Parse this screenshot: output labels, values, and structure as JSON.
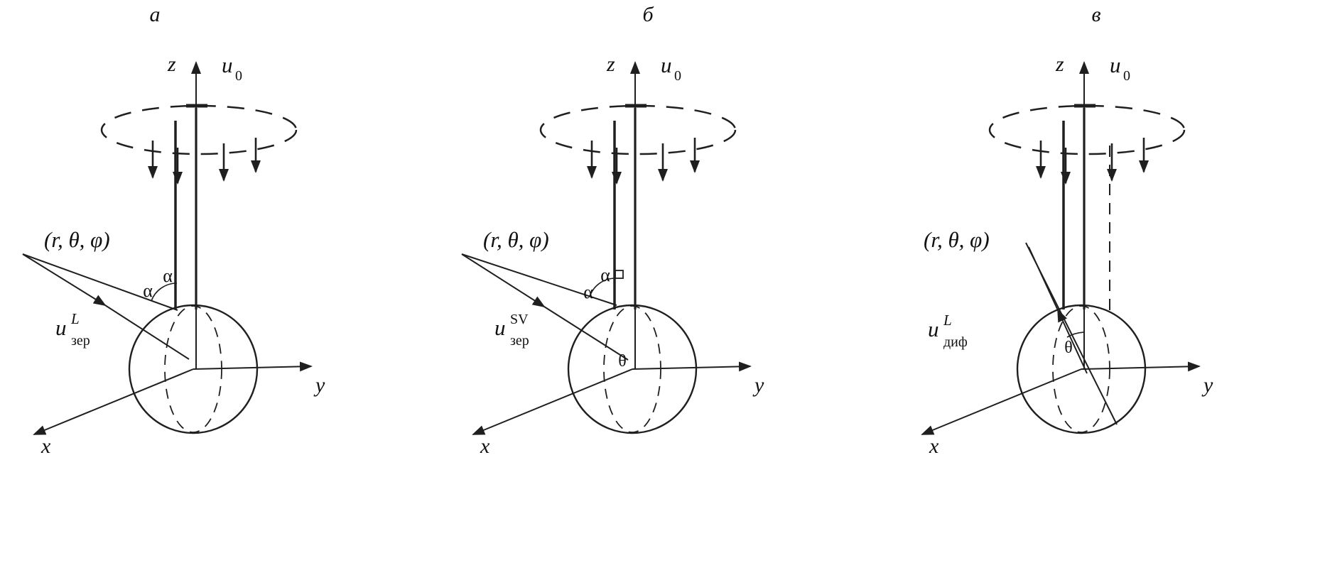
{
  "figure": {
    "panels": [
      {
        "title": "а",
        "z_label": "z",
        "u0_base": "u",
        "u0_sub": "0",
        "point_label": "(r, θ, φ)",
        "alpha_left": "α",
        "alpha_right": "α",
        "wave_base": "u",
        "wave_sup": "L",
        "wave_sub": "зер",
        "y_label": "y",
        "x_label": "x"
      },
      {
        "title": "б",
        "z_label": "z",
        "u0_base": "u",
        "u0_sub": "0",
        "point_label": "(r, θ, φ)",
        "alpha_left": "α",
        "alpha_right": "α",
        "theta_label": "θ",
        "wave_base": "u",
        "wave_sup": "SV",
        "wave_sub": "зер",
        "y_label": "y",
        "x_label": "x"
      },
      {
        "title": "в",
        "z_label": "z",
        "u0_base": "u",
        "u0_sub": "0",
        "point_label": "(r, θ, φ)",
        "theta_label": "θ",
        "wave_base": "u",
        "wave_sup": "L",
        "wave_sub": "диф",
        "y_label": "y",
        "x_label": "x"
      }
    ]
  }
}
